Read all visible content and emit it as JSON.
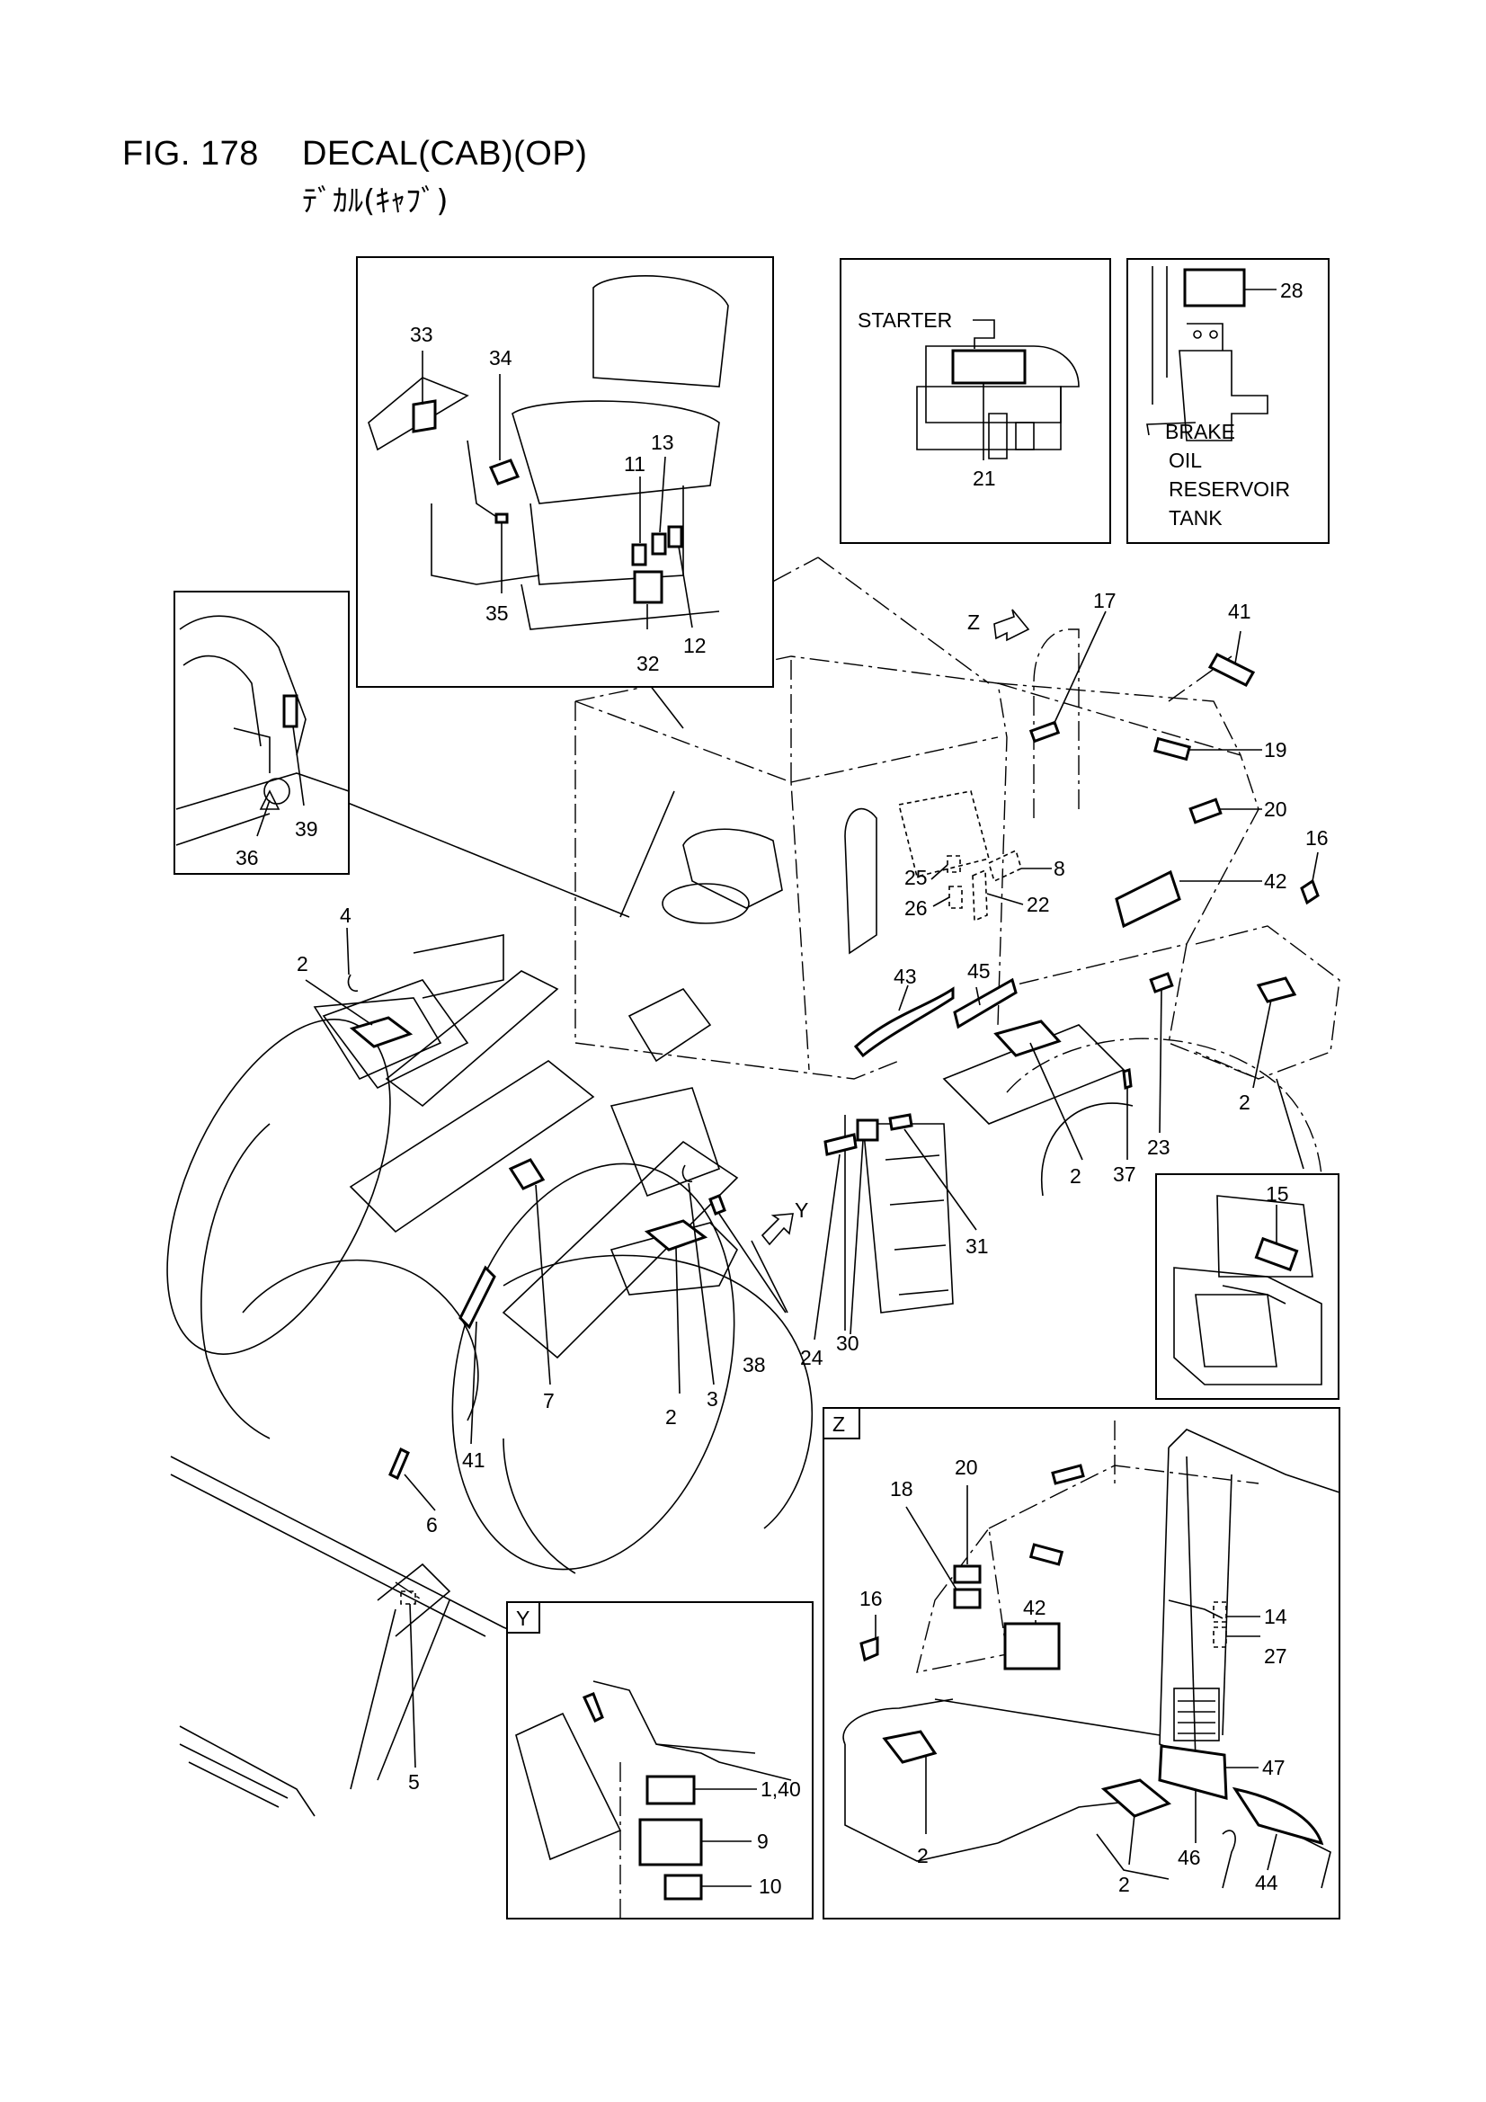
{
  "header": {
    "fig_number": "FIG. 178",
    "title": "DECAL(CAB)(OP)",
    "subtitle": "ﾃﾞｶﾙ(ｷｬﾌﾞ)"
  },
  "insets": {
    "starter": {
      "label": "STARTER",
      "callouts": [
        "21"
      ]
    },
    "brake": {
      "label_lines": [
        "BRAKE",
        "OIL",
        "RESERVOIR",
        "TANK"
      ],
      "callouts": [
        "28"
      ]
    },
    "seat": {
      "callouts": [
        "33",
        "34",
        "11",
        "13",
        "35",
        "32",
        "12"
      ]
    },
    "dash": {
      "callouts": [
        "36",
        "39"
      ]
    },
    "battery": {
      "callouts": [
        "15"
      ]
    },
    "view_y": {
      "tag": "Y",
      "callouts": [
        "1,40",
        "9",
        "10"
      ]
    },
    "view_z": {
      "tag": "Z",
      "callouts": [
        "20",
        "18",
        "16",
        "42",
        "14",
        "27",
        "47",
        "2",
        "46",
        "2",
        "44"
      ]
    }
  },
  "main": {
    "arrow_labels": {
      "z": "Z",
      "y": "Y"
    },
    "callouts": [
      "17",
      "41",
      "19",
      "20",
      "16",
      "42",
      "8",
      "25",
      "22",
      "26",
      "43",
      "45",
      "23",
      "2",
      "37",
      "2",
      "4",
      "2",
      "7",
      "3",
      "31",
      "38",
      "24",
      "30",
      "2",
      "41",
      "6",
      "5"
    ]
  }
}
